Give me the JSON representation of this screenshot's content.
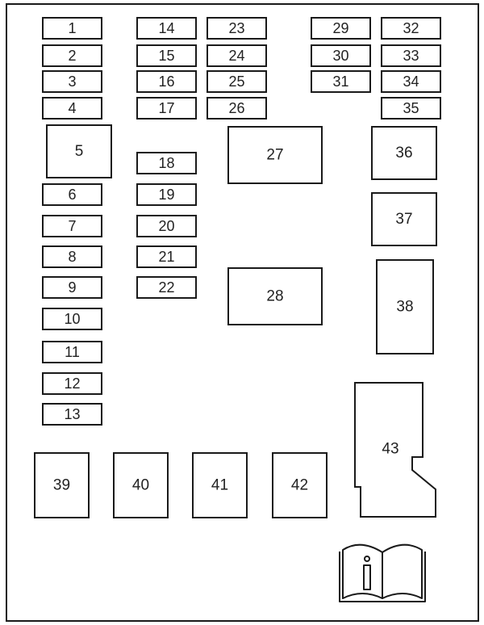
{
  "diagram": {
    "fuses": [
      {
        "label": "1"
      },
      {
        "label": "2"
      },
      {
        "label": "3"
      },
      {
        "label": "4"
      },
      {
        "label": "5"
      },
      {
        "label": "6"
      },
      {
        "label": "7"
      },
      {
        "label": "8"
      },
      {
        "label": "9"
      },
      {
        "label": "10"
      },
      {
        "label": "11"
      },
      {
        "label": "12"
      },
      {
        "label": "13"
      },
      {
        "label": "14"
      },
      {
        "label": "15"
      },
      {
        "label": "16"
      },
      {
        "label": "17"
      },
      {
        "label": "18"
      },
      {
        "label": "19"
      },
      {
        "label": "20"
      },
      {
        "label": "21"
      },
      {
        "label": "22"
      },
      {
        "label": "23"
      },
      {
        "label": "24"
      },
      {
        "label": "25"
      },
      {
        "label": "26"
      },
      {
        "label": "27"
      },
      {
        "label": "28"
      },
      {
        "label": "29"
      },
      {
        "label": "30"
      },
      {
        "label": "31"
      },
      {
        "label": "32"
      },
      {
        "label": "33"
      },
      {
        "label": "34"
      },
      {
        "label": "35"
      },
      {
        "label": "36"
      },
      {
        "label": "37"
      },
      {
        "label": "38"
      },
      {
        "label": "39"
      },
      {
        "label": "40"
      },
      {
        "label": "41"
      },
      {
        "label": "42"
      },
      {
        "label": "43"
      }
    ],
    "manual_icon": "manual-book-icon",
    "manual_icon_letter": "i",
    "colors": {
      "outline": "#1a1a1a",
      "fill": "#ffffff",
      "text": "#222222"
    }
  }
}
